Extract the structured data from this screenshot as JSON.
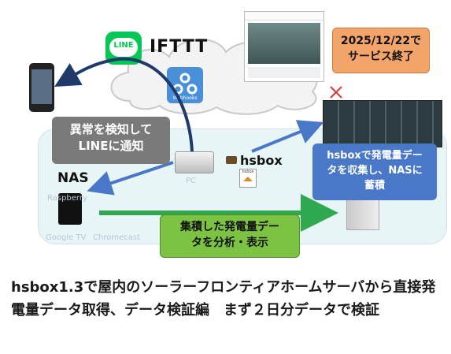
{
  "diagram": {
    "line_label": "LINE",
    "ifttt_label": "IFTTT",
    "webhooks_label": "Webhooks",
    "notify_callout": "異常を検知して\nLINEに通知",
    "nas_label": "NAS",
    "pc_label": "PC",
    "hsbox_label": "hsbox",
    "hsbox_device_label": "hsbox",
    "end_date_callout": "2025/12/22で\nサービス終了",
    "collect_callout": "hsboxで発電量デー\nタを収集し、NASに\n蓄積",
    "analyze_callout": "集積した発電量デー\nタを分析・表示",
    "faint_texts": [
      "Google TV",
      "Chromecast",
      "Raspberry",
      "PC"
    ]
  },
  "caption": "hsbox1.3で屋内のソーラーフロンティアホームサーバから直接発電量データ取得、データ検証編　まず２日分データで検証",
  "colors": {
    "gray_callout": "#7a7a7a",
    "blue_callout": "#4a78c8",
    "green_callout": "#7cc243",
    "orange_callout": "#f2a46a",
    "arrow_dark": "#1f3a6b",
    "arrow_blue": "#4a78c8",
    "arrow_green": "#2fa84f",
    "region_fill": "#e8f5f6"
  }
}
